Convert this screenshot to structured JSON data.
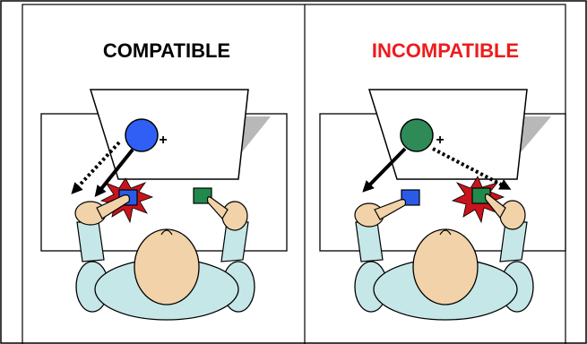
{
  "panels": [
    {
      "id": "compatible",
      "title": "COMPATIBLE",
      "title_color": "#000000",
      "fixation_symbol": "+",
      "stimulus_color": "#2f5ff5",
      "responding_hand": "left"
    },
    {
      "id": "incompatible",
      "title": "INCOMPATIBLE",
      "title_color": "#ee1b1b",
      "fixation_symbol": "+",
      "stimulus_color": "#2e8b57",
      "responding_hand": "right"
    }
  ],
  "colors": {
    "frame": "#000000",
    "monitor_fill": "#ffffff",
    "monitor_shadow": "#b8b8b8",
    "desk_fill": "#ffffff",
    "button_left": "#2a5be8",
    "button_right": "#1f8a4c",
    "burst_outer": "#c8141b",
    "burst_inner": "#ffffff",
    "skin": "#f2d2a8",
    "shirt": "#c6e7e7",
    "outline": "#000000"
  }
}
